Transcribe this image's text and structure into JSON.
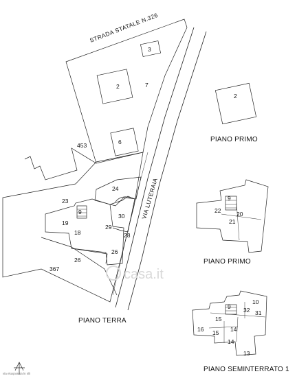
{
  "labels": {
    "strada_statale": "STRADA STATALE N.326",
    "via_luteraia": "VIA LUTERAIA",
    "piano_primo_top": "PIANO PRIMO",
    "piano_primo_mid": "PIANO PRIMO",
    "piano_terra": "PIANO TERRA",
    "piano_seminterrato": "PIANO SEMINTERRATO 1",
    "watermark": "casa.it",
    "footer_note": "via eluxpvarsa ln nlli"
  },
  "site_plan": {
    "n3": "3",
    "n2a": "2",
    "n7": "7",
    "n6": "6",
    "n453": "453",
    "n24": "24",
    "n23": "23",
    "n19": "19",
    "n18": "18",
    "n9": "9",
    "n29": "29",
    "n30": "30",
    "n28": "28",
    "n26a": "26",
    "n26b": "26",
    "n367": "367"
  },
  "piano_primo_top_plan": {
    "n2": "2"
  },
  "piano_primo_plan": {
    "n9": "9",
    "n22": "22",
    "n20": "20",
    "n21": "21"
  },
  "seminterrato_plan": {
    "n10": "10",
    "n9": "9",
    "n32": "32",
    "n31": "31",
    "n15a": "15",
    "n16": "16",
    "n15b": "15",
    "n14a": "14",
    "n14b": "14",
    "n13": "13"
  }
}
